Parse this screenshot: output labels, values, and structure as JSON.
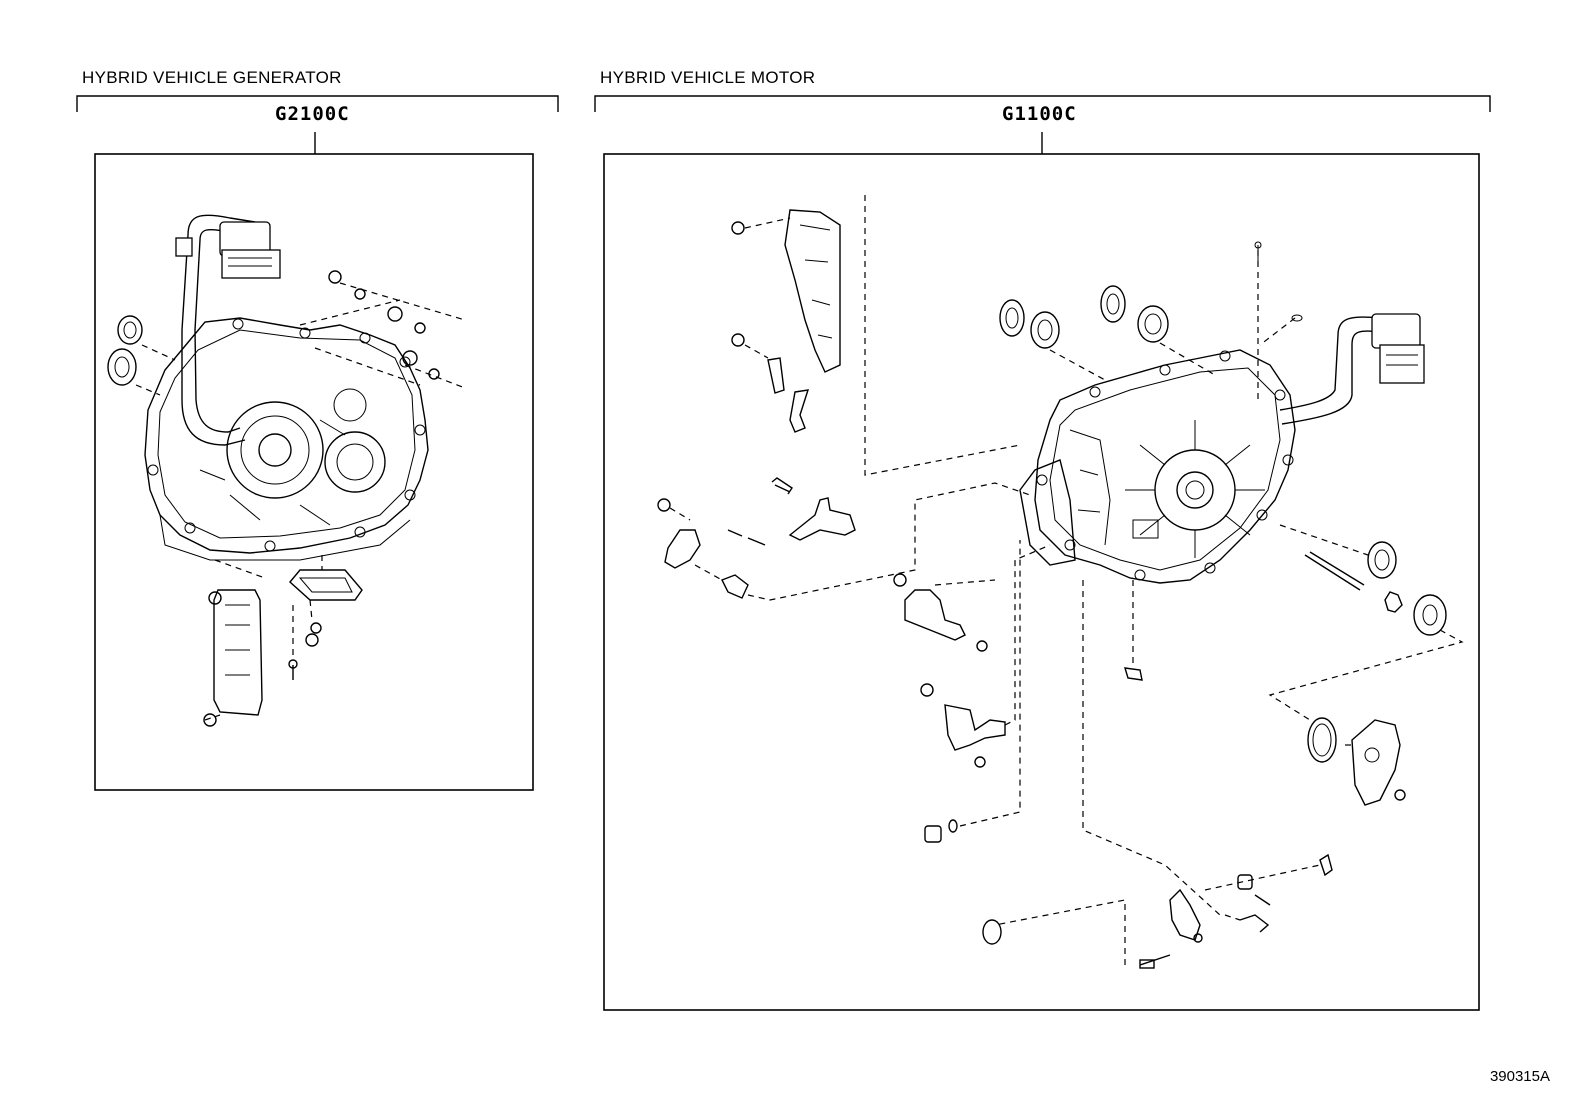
{
  "groups": [
    {
      "caption": "HYBRID VEHICLE GENERATOR",
      "code": "G2100C"
    },
    {
      "caption": "HYBRID VEHICLE MOTOR",
      "code": "G1100C"
    }
  ],
  "reference": "390315A"
}
